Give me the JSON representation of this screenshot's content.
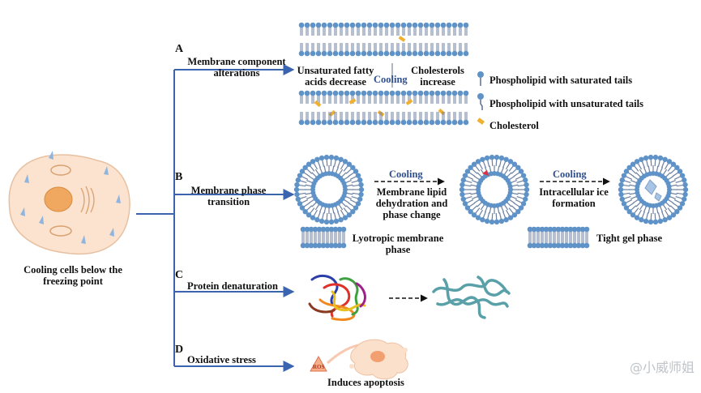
{
  "left": {
    "title_line1": "Cooling cells below the",
    "title_line2": "freezing point"
  },
  "branches": [
    {
      "letter": "A",
      "label_line1": "Membrane component",
      "label_line2": "alterations"
    },
    {
      "letter": "B",
      "label_line1": "Membrane phase",
      "label_line2": "transition"
    },
    {
      "letter": "C",
      "label_line1": "Protein denaturation"
    },
    {
      "letter": "D",
      "label_line1": "Oxidative stress"
    }
  ],
  "panel_a": {
    "unsat_line1": "Unsaturated fatty",
    "unsat_line2": "acids decrease",
    "cooling": "Cooling",
    "chol_line1": "Cholesterols",
    "chol_line2": "increase",
    "legend": [
      {
        "icon": "saturated-phospholipid-icon",
        "text": "Phospholipid with saturated tails"
      },
      {
        "icon": "unsaturated-phospholipid-icon",
        "text": "Phospholipid with unsaturated tails"
      },
      {
        "icon": "cholesterol-icon",
        "text": "Cholesterol"
      }
    ]
  },
  "panel_b": {
    "cooling1": "Cooling",
    "step1_line1": "Membrane lipid",
    "step1_line2": "dehydration and",
    "step1_line3": "phase change",
    "cooling2": "Cooling",
    "step2_line1": "Intracellular ice",
    "step2_line2": "formation",
    "lyotropic_line1": "Lyotropic membrane",
    "lyotropic_line2": "phase",
    "tight_gel": "Tight gel phase"
  },
  "panel_d": {
    "ros": "ROS",
    "result": "Induces apoptosis"
  },
  "watermark": "@小威师姐",
  "colors": {
    "arrow": "#3a63b0",
    "head": "#5f93c8",
    "tail": "#6b7fa0",
    "cooling": "#2f4f8f",
    "cell": "#fbe3cf"
  }
}
